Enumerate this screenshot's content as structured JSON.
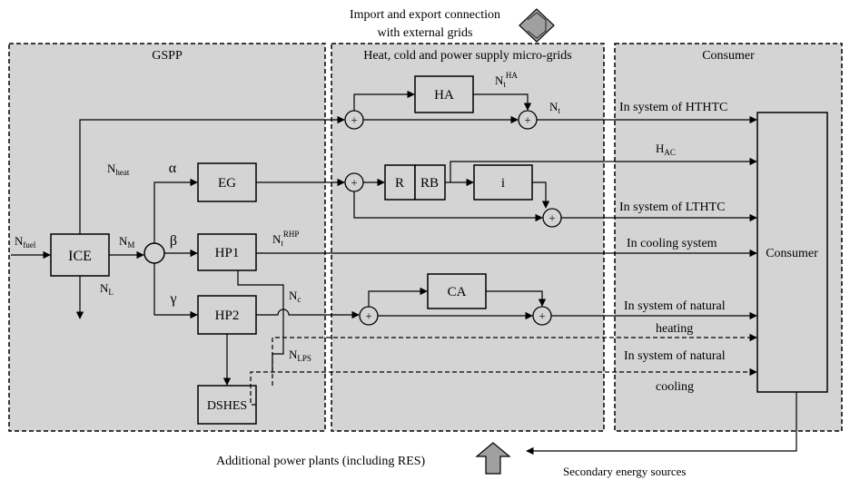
{
  "top_connection": {
    "label_line1": "Import and export connection",
    "label_line2": "with external grids"
  },
  "bottom_left_label": "Additional power plants (including RES)",
  "bottom_right_label": "Secondary energy sources",
  "panels": {
    "gspp": "GSPP",
    "microgrids": "Heat, cold and power supply micro-grids",
    "consumer": "Consumer"
  },
  "blocks": {
    "ice": "ICE",
    "eg": "EG",
    "hp1": "HP1",
    "hp2": "HP2",
    "dshes": "DSHES",
    "ha": "HA",
    "r": "R",
    "rb": "RB",
    "i": "i",
    "ca": "CA",
    "consumer": "Consumer"
  },
  "summing_junction_symbol": "+",
  "greek": {
    "alpha": "α",
    "beta": "β",
    "gamma": "γ"
  },
  "signals": {
    "n_fuel": {
      "main": "N",
      "sub": "fuel"
    },
    "n_m": {
      "main": "N",
      "sub": "M"
    },
    "n_l": {
      "main": "N",
      "sub": "L"
    },
    "n_heat": {
      "main": "N",
      "sub": "heat"
    },
    "n_t_rhp": {
      "main": "N",
      "sub": "t",
      "sup": "RHP"
    },
    "n_c": {
      "main": "N",
      "sub": "c"
    },
    "n_lps": {
      "main": "N",
      "sub": "LPS"
    },
    "n_t_ha": {
      "main": "N",
      "sub": "t",
      "sup": "HA"
    },
    "n_t": {
      "main": "N",
      "sub": "t"
    },
    "h_ac": {
      "main": "H",
      "sub": "AC"
    }
  },
  "outputs": {
    "hthtc": "In system of HTHTC",
    "lthtc": "In system of LTHTC",
    "cooling": "In cooling system",
    "nat_heating_1": "In system of natural",
    "nat_heating_2": "heating",
    "nat_cooling_1": "In system of natural",
    "nat_cooling_2": "cooling"
  }
}
